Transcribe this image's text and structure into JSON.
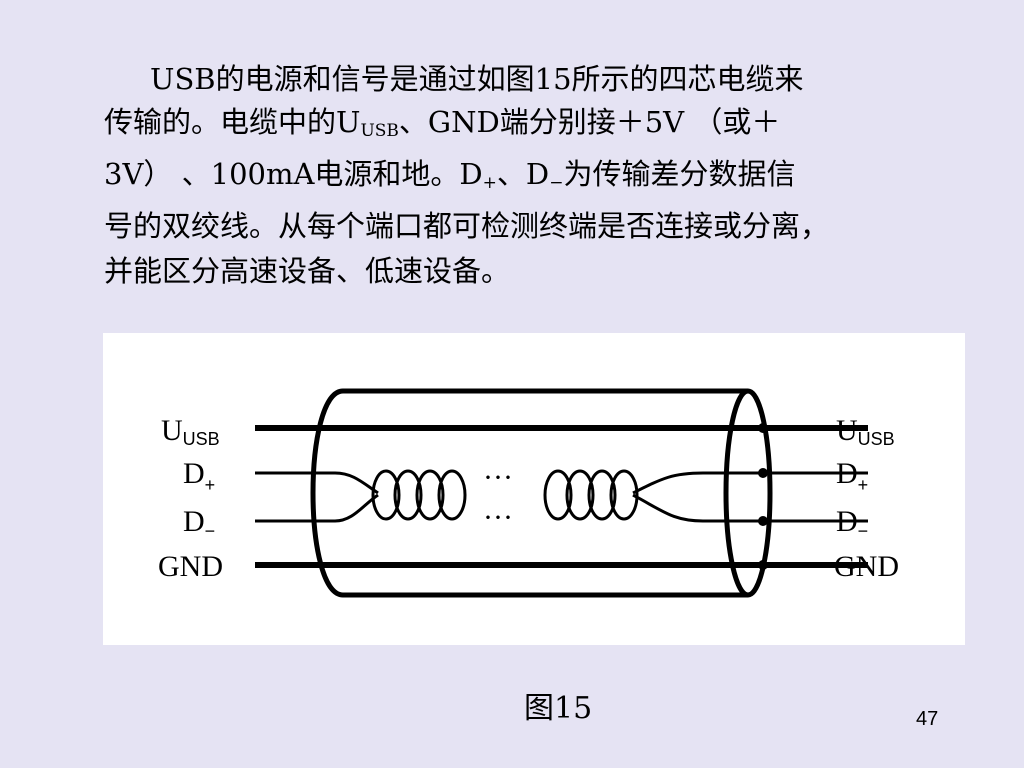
{
  "paragraph": {
    "line1": "USB的电源和信号是通过如图15所示的四芯电缆来",
    "line2": {
      "a": "传输的。电缆中的U",
      "sub": "USB",
      "b": "、GND端分别接＋5V （或＋"
    },
    "line3": {
      "a": "3V） 、100mA电源和地。D",
      "sub1": "+",
      "b": "、D",
      "sub2": "−",
      "c": "为传输差分数据信"
    },
    "line4": "号的双绞线。从每个端口都可检测终端是否连接或分离，",
    "line5": "并能区分高速设备、低速设备。"
  },
  "figure": {
    "left_labels": [
      {
        "main": "U",
        "sub": "USB"
      },
      {
        "main": "D",
        "sub": "+"
      },
      {
        "main": "D",
        "sub": "−"
      },
      {
        "main": "GND",
        "sub": ""
      }
    ],
    "right_labels": [
      {
        "main": "U",
        "sub": "USB"
      },
      {
        "main": "D",
        "sub": "+"
      },
      {
        "main": "D",
        "sub": "−"
      },
      {
        "main": "GND",
        "sub": ""
      }
    ],
    "ellipsis": "···"
  },
  "caption": "图15",
  "page_number": "47"
}
